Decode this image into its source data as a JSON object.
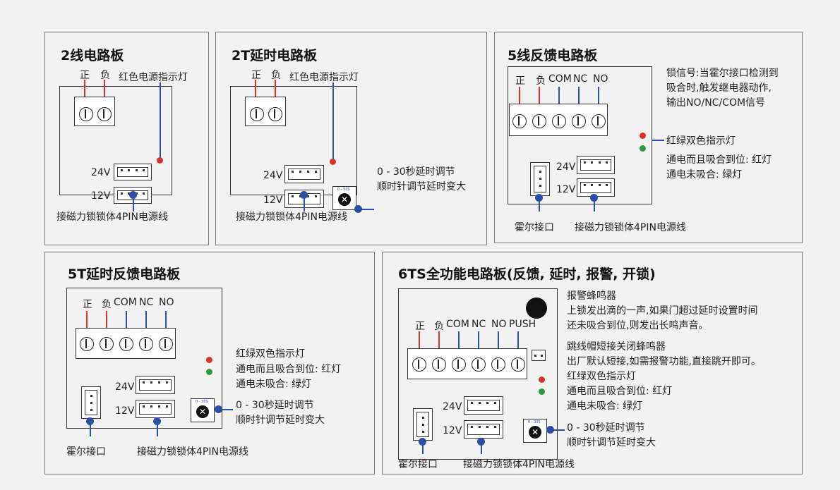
{
  "panels": [
    {
      "title": "2线电路板",
      "terminals": [
        "正",
        "负"
      ],
      "power_led_label": "红色电源指示灯",
      "connectors": [
        "24V",
        "12V"
      ],
      "power_cable_label": "接磁力锁锁体4PIN电源线"
    },
    {
      "title": "2T延时电路板",
      "terminals": [
        "正",
        "负"
      ],
      "power_led_label": "红色电源指示灯",
      "connectors": [
        "24V",
        "12V"
      ],
      "delay_label_1": "0 - 30秒延时调节",
      "delay_label_2": "顺时针调节延时变大",
      "power_cable_label": "接磁力锁锁体4PIN电源线"
    },
    {
      "title": "5线反馈电路板",
      "terminals": [
        "正",
        "负",
        "COM",
        "NC",
        "NO"
      ],
      "lock_signal_1": "锁信号:当霍尔接口检测到",
      "lock_signal_2": "吸合时,触发继电器动作,",
      "lock_signal_3": "输出NO/NC/COM信号",
      "led_label": "红绿双色指示灯",
      "led_state_1": "通电而且吸合到位: 红灯",
      "led_state_2": "通电未吸合: 绿灯",
      "connectors": [
        "24V",
        "12V"
      ],
      "hall_label": "霍尔接口",
      "power_cable_label": "接磁力锁锁体4PIN电源线"
    },
    {
      "title": "5T延时反馈电路板",
      "terminals": [
        "正",
        "负",
        "COM",
        "NC",
        "NO"
      ],
      "led_label": "红绿双色指示灯",
      "led_state_1": "通电而且吸合到位: 红灯",
      "led_state_2": "通电未吸合: 绿灯",
      "connectors": [
        "24V",
        "12V"
      ],
      "delay_label_1": "0 - 30秒延时调节",
      "delay_label_2": "顺时针调节延时变大",
      "hall_label": "霍尔接口",
      "power_cable_label": "接磁力锁锁体4PIN电源线"
    },
    {
      "title": "6TS全功能电路板(反馈, 延时, 报警, 开锁)",
      "terminals": [
        "正",
        "负",
        "COM",
        "NC",
        "NO",
        "PUSH"
      ],
      "buzzer_label": "报警蜂鸣器",
      "buzzer_desc_1": "上锁发出滴的一声,如果门超过延时设置时间",
      "buzzer_desc_2": "还未吸合到位,则发出长鸣声音。",
      "jumper_label_1": "跳线帽短接关闭蜂鸣器",
      "jumper_label_2": "出厂默认短接,如需报警功能,直接跳开即可。",
      "led_label": "红绿双色指示灯",
      "led_state_1": "通电而且吸合到位: 红灯",
      "led_state_2": "通电未吸合: 绿灯",
      "connectors": [
        "24V",
        "12V"
      ],
      "delay_label_1": "0 - 30秒延时调节",
      "delay_label_2": "顺时针调节延时变大",
      "hall_label": "霍尔接口",
      "power_cable_label": "接磁力锁锁体4PIN电源线"
    }
  ],
  "pot_scale": "0 - 30S",
  "pot_symbol": "✕",
  "colors": {
    "positive": "#d9322b",
    "signal": "#2b4fa8",
    "led_red": "#d9322b",
    "led_green": "#2e9a3b"
  }
}
